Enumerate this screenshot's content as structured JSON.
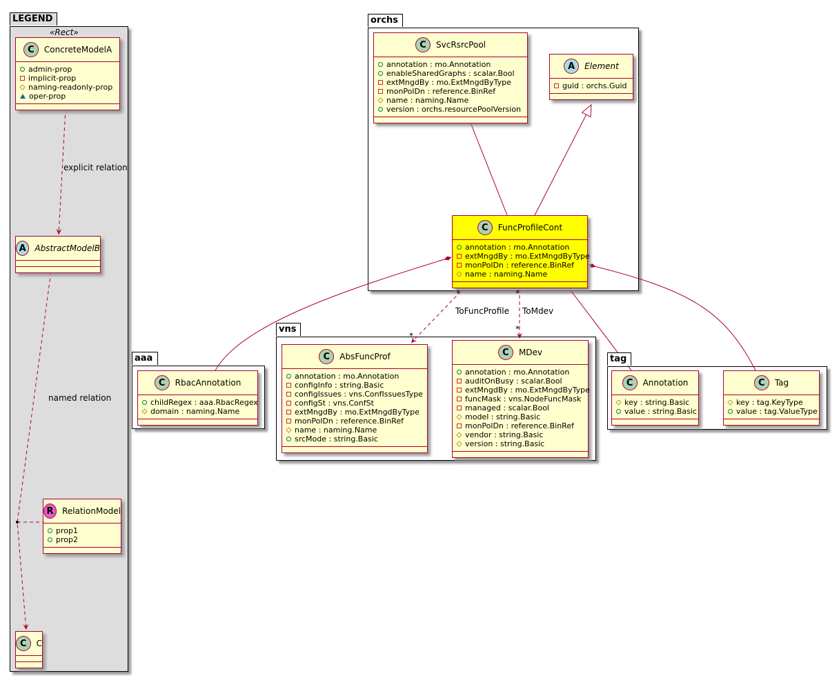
{
  "packages": [
    {
      "id": "legend",
      "name": "LEGEND",
      "stereotype": "«Rect»"
    },
    {
      "id": "orchs",
      "name": "orchs"
    },
    {
      "id": "aaa",
      "name": "aaa"
    },
    {
      "id": "vns",
      "name": "vns"
    },
    {
      "id": "tag",
      "name": "tag"
    }
  ],
  "classes": [
    {
      "id": "ConcreteModelA",
      "name": "ConcreteModelA",
      "kind": "C",
      "attrs": [
        [
          "+",
          "admin-prop"
        ],
        [
          "-",
          "implicit-prop"
        ],
        [
          "#",
          "naming-readonly-prop"
        ],
        [
          "~",
          "oper-prop"
        ]
      ]
    },
    {
      "id": "AbstractModelB",
      "name": "AbstractModelB",
      "kind": "A",
      "abstract": true,
      "attrs": []
    },
    {
      "id": "RelationModel",
      "name": "RelationModel",
      "kind": "R",
      "attrs": [
        [
          "+",
          "prop1"
        ],
        [
          "+",
          "prop2"
        ]
      ]
    },
    {
      "id": "C",
      "name": "C",
      "kind": "C",
      "attrs": []
    },
    {
      "id": "SvcRsrcPool",
      "name": "SvcRsrcPool",
      "kind": "C",
      "attrs": [
        [
          "+",
          "annotation : mo.Annotation"
        ],
        [
          "+",
          "enableSharedGraphs : scalar.Bool"
        ],
        [
          "-",
          "extMngdBy : mo.ExtMngdByType"
        ],
        [
          "-",
          "monPolDn : reference.BinRef"
        ],
        [
          "#",
          "name : naming.Name"
        ],
        [
          "+",
          "version : orchs.resourcePoolVersion"
        ]
      ]
    },
    {
      "id": "Element",
      "name": "Element",
      "kind": "A",
      "abstract": true,
      "attrs": [
        [
          "-",
          "guid : orchs.Guid"
        ]
      ]
    },
    {
      "id": "FuncProfileCont",
      "name": "FuncProfileCont",
      "kind": "C",
      "highlight": true,
      "attrs": [
        [
          "+",
          "annotation : mo.Annotation"
        ],
        [
          "-",
          "extMngdBy : mo.ExtMngdByType"
        ],
        [
          "-",
          "monPolDn : reference.BinRef"
        ],
        [
          "#",
          "name : naming.Name"
        ]
      ]
    },
    {
      "id": "RbacAnnotation",
      "name": "RbacAnnotation",
      "kind": "C",
      "attrs": [
        [
          "+",
          "childRegex : aaa.RbacRegex"
        ],
        [
          "#",
          "domain : naming.Name"
        ]
      ]
    },
    {
      "id": "AbsFuncProf",
      "name": "AbsFuncProf",
      "kind": "C",
      "attrs": [
        [
          "+",
          "annotation : mo.Annotation"
        ],
        [
          "-",
          "configInfo : string.Basic"
        ],
        [
          "-",
          "configIssues : vns.ConfIssuesType"
        ],
        [
          "-",
          "configSt : vns.ConfSt"
        ],
        [
          "-",
          "extMngdBy : mo.ExtMngdByType"
        ],
        [
          "-",
          "monPolDn : reference.BinRef"
        ],
        [
          "#",
          "name : naming.Name"
        ],
        [
          "+",
          "srcMode : string.Basic"
        ]
      ]
    },
    {
      "id": "MDev",
      "name": "MDev",
      "kind": "C",
      "attrs": [
        [
          "+",
          "annotation : mo.Annotation"
        ],
        [
          "-",
          "auditOnBusy : scalar.Bool"
        ],
        [
          "-",
          "extMngdBy : mo.ExtMngdByType"
        ],
        [
          "-",
          "funcMask : vns.NodeFuncMask"
        ],
        [
          "-",
          "managed : scalar.Bool"
        ],
        [
          "#",
          "model : string.Basic"
        ],
        [
          "-",
          "monPolDn : reference.BinRef"
        ],
        [
          "#",
          "vendor : string.Basic"
        ],
        [
          "#",
          "version : string.Basic"
        ]
      ]
    },
    {
      "id": "Annotation",
      "name": "Annotation",
      "kind": "C",
      "attrs": [
        [
          "#",
          "key : string.Basic"
        ],
        [
          "+",
          "value : string.Basic"
        ]
      ]
    },
    {
      "id": "Tag",
      "name": "Tag",
      "kind": "C",
      "attrs": [
        [
          "#",
          "key : tag.KeyType"
        ],
        [
          "+",
          "value : tag.ValueType"
        ]
      ]
    }
  ],
  "labels": {
    "explicit": "explicit relation",
    "named": "named relation",
    "toFuncProfile": "ToFuncProfile",
    "toMdev": "ToMdev",
    "mult_a1": "*",
    "mult_a2": "*",
    "mult_b1": "*",
    "mult_b2": "*"
  },
  "colors": {
    "class_fill": "#FEFECE",
    "highlight_fill": "#FFFF00",
    "border": "#A80036",
    "legend_fill": "#DDDDDD",
    "C": "#ADD1B2",
    "A": "#A9DCDF",
    "R": "#E25CC5"
  }
}
